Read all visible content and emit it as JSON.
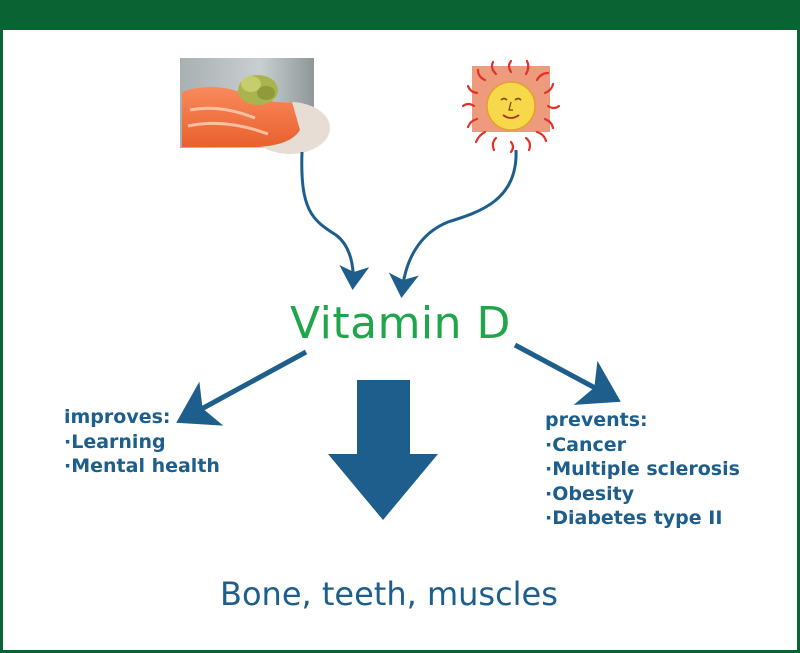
{
  "title": "Vitamin D",
  "improves": {
    "heading": "improves:",
    "items": [
      "·Learning",
      "·Mental health"
    ]
  },
  "prevents": {
    "heading": "prevents:",
    "items": [
      "·Cancer",
      "·Multiple sclerosis",
      "·Obesity",
      "·Diabetes type II"
    ]
  },
  "outcome": "Bone, teeth, muscles",
  "sources": [
    "salmon-image",
    "sun-image"
  ],
  "colors": {
    "frame": "#0a6333",
    "title": "#1fa64a",
    "arrows": "#1d5e8c",
    "text": "#1d5e8c"
  }
}
